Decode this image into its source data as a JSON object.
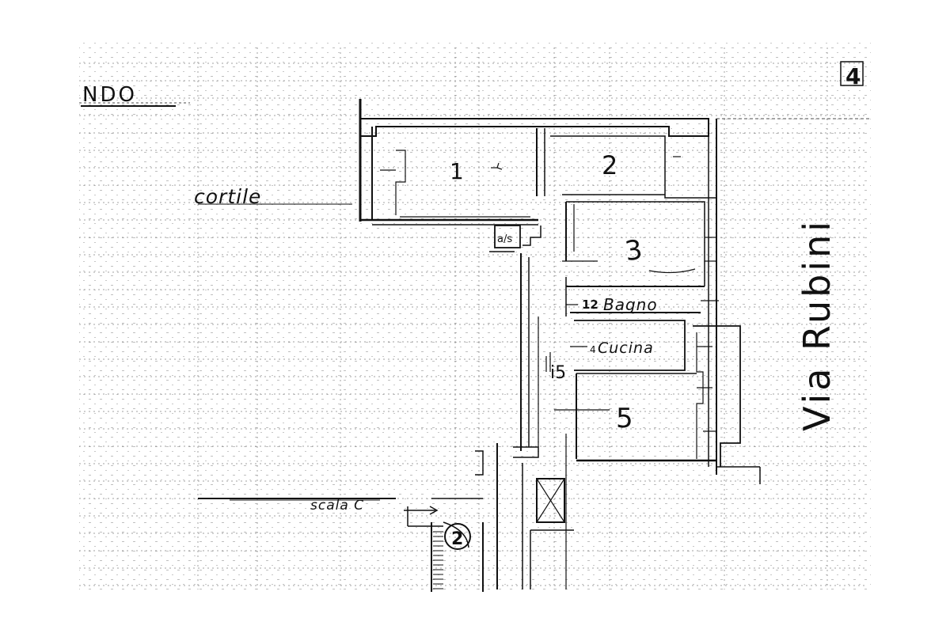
{
  "plan": {
    "title": "NDO",
    "corner_mark": "4",
    "labels": {
      "courtyard": "cortile",
      "street": "Via Rubini",
      "stair": "scala C",
      "stair_number": "2"
    },
    "rooms": [
      {
        "id": "room-1",
        "label": "1"
      },
      {
        "id": "room-2",
        "label": "2"
      },
      {
        "id": "room-3",
        "label": "3"
      },
      {
        "id": "room-bath",
        "label": "Bagno",
        "prefix": "12"
      },
      {
        "id": "room-kitchen",
        "label": "Cucina",
        "prefix": "4"
      },
      {
        "id": "room-5",
        "label": "5"
      },
      {
        "id": "closet",
        "label": "a/s"
      },
      {
        "id": "hall",
        "label": "i5"
      }
    ],
    "colors": {
      "ink": "#111111",
      "grid": "#6a6a6a",
      "paper": "#ffffff"
    }
  }
}
